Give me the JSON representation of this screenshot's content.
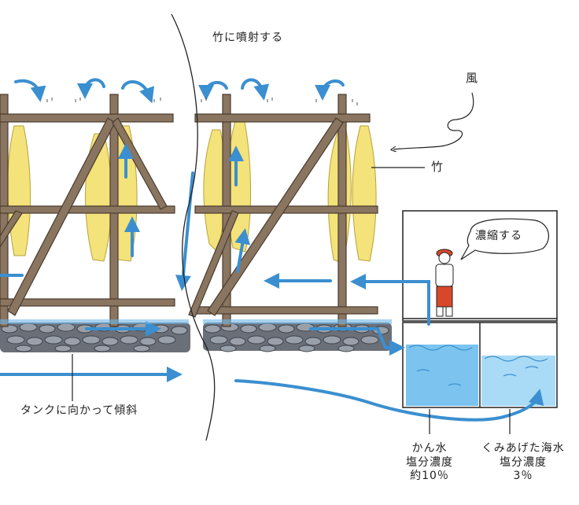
{
  "labels": {
    "spray": "竹に噴射する",
    "wind": "風",
    "bamboo": "竹",
    "concentrate": "濃縮する",
    "slope": "タンクに向かって傾斜",
    "brine_name": "かん水",
    "brine_salinity_label": "塩分濃度",
    "brine_salinity_value": "約10％",
    "seawater_name": "くみあげた海水",
    "seawater_salinity_label": "塩分濃度",
    "seawater_salinity_value": "3％"
  },
  "colors": {
    "wood": "#8a7560",
    "wood_dark": "#4a3c30",
    "bamboo_leaf": "#f4e27a",
    "bamboo_stroke": "#b8a23a",
    "water": "#6fb6e8",
    "water_dark": "#3b8fd0",
    "stone": "#6b6f78",
    "tank_fill": "#7cc4ef",
    "tank_fill_light": "#a9dbf7",
    "person_shirt": "#ffffff",
    "person_pants": "#d9472b",
    "line": "#222222"
  },
  "icons": [
    "wind-arrow-icon",
    "flow-arrow-icon",
    "person-icon",
    "speech-bubble-icon"
  ]
}
